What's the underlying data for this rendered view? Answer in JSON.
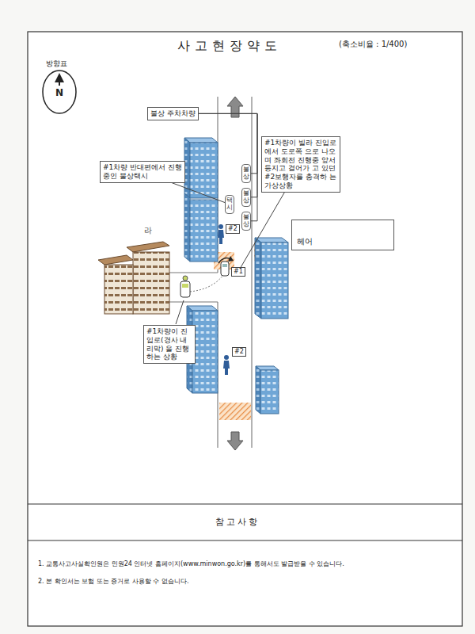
{
  "diagram": {
    "title": "사고현장약도",
    "nodes": [
      {
        "text": [
          "불상 주차차량"
        ]
      },
      {
        "text": [
          "#1차량 반대편에서 진행중인 불상택시"
        ]
      },
      {
        "text": [
          "#1차량이 빌라 진입로에서 도로쪽 으로 나오며 좌회전 진행중 앞서 등지고 걸어가 고 있던 #2보행자를 충격하 는 가상상황"
        ]
      },
      {
        "text": [
          "불상"
        ]
      },
      {
        "text": [
          "불상"
        ]
      },
      {
        "text": [
          "택시"
        ]
      },
      {
        "text": [
          "불상"
        ]
      },
      {
        "text": [
          "라"
        ]
      },
      {
        "text": [
          "#2"
        ]
      },
      {
        "text": [
          "헤어"
        ]
      },
      {
        "text": [
          "#1"
        ]
      },
      {
        "text": [
          "#1차량이 진입로(경사 내리막) 을 진행하는 상황"
        ]
      },
      {
        "text": [
          "#2"
        ]
      }
    ],
    "edges": [
      {
        "from": 0,
        "to": 3,
        "arrow": "none"
      },
      {
        "from": 0,
        "to": 4,
        "arrow": "none"
      },
      {
        "from": 0,
        "to": 6,
        "arrow": "none"
      },
      {
        "from": 1,
        "to": 5,
        "arrow": "none"
      },
      {
        "from": 2,
        "to": 10,
        "arrow": "none"
      }
    ],
    "labels": [
      "(축소비율 : 1/400)",
      "방향표",
      "N",
      "참고사항",
      "1. 교통사고사실확인원은 민원24 인터넷 홈페이지(www.minwon.go.kr)를 통해서도 발급받을 수 있습니다.",
      "2. 본 확인서는 보험 또는 증거로 사용할 수 없습니다."
    ]
  }
}
